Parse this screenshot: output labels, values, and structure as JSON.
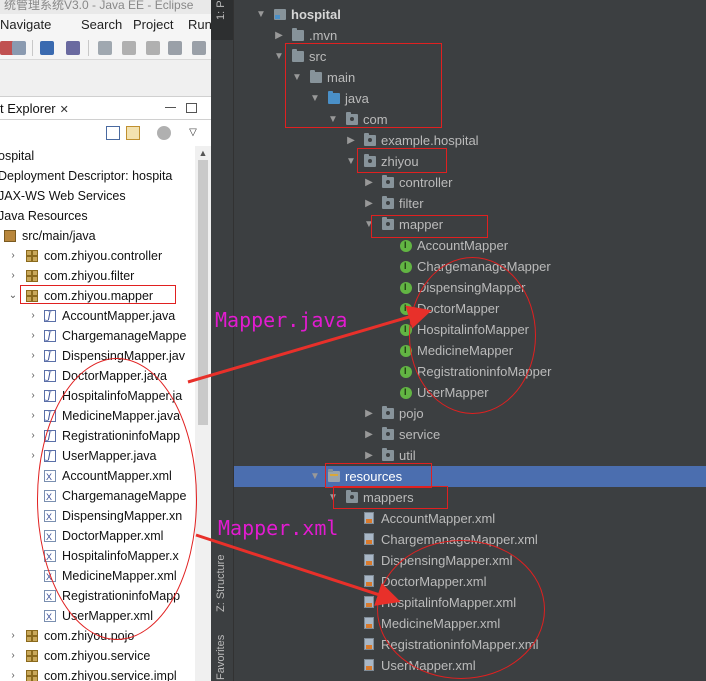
{
  "eclipse": {
    "title_fragment": "统管理系统V3.0 - Java EE - Eclipse",
    "menu": [
      "Navigate",
      "Search",
      "Project",
      "Run"
    ],
    "project_explorer_tab": "t Explorer",
    "tab_close_glyph": "✕",
    "tree": [
      {
        "label": "ospital",
        "indent": 0,
        "arrow": "",
        "icon": "none"
      },
      {
        "label": "Deployment Descriptor: hospita",
        "indent": 0,
        "arrow": "",
        "icon": "none"
      },
      {
        "label": "JAX-WS Web Services",
        "indent": 0,
        "arrow": "",
        "icon": "none"
      },
      {
        "label": "Java Resources",
        "indent": 0,
        "arrow": "",
        "icon": "none"
      },
      {
        "label": "src/main/java",
        "indent": 1,
        "arrow": "",
        "icon": "jar"
      },
      {
        "label": "com.zhiyou.controller",
        "indent": 2,
        "arrow": "›",
        "icon": "pkg"
      },
      {
        "label": "com.zhiyou.filter",
        "indent": 2,
        "arrow": "›",
        "icon": "pkg"
      },
      {
        "label": "com.zhiyou.mapper",
        "indent": 2,
        "arrow": "⌄",
        "icon": "pkg"
      },
      {
        "label": "AccountMapper.java",
        "indent": 3,
        "arrow": "›",
        "icon": "java"
      },
      {
        "label": "ChargemanageMappe",
        "indent": 3,
        "arrow": "›",
        "icon": "java"
      },
      {
        "label": "DispensingMapper.jav",
        "indent": 3,
        "arrow": "›",
        "icon": "java"
      },
      {
        "label": "DoctorMapper.java",
        "indent": 3,
        "arrow": "›",
        "icon": "java"
      },
      {
        "label": "HospitalinfoMapper.ja",
        "indent": 3,
        "arrow": "›",
        "icon": "java"
      },
      {
        "label": "MedicineMapper.java",
        "indent": 3,
        "arrow": "›",
        "icon": "java"
      },
      {
        "label": "RegistrationinfoMapp",
        "indent": 3,
        "arrow": "›",
        "icon": "java"
      },
      {
        "label": "UserMapper.java",
        "indent": 3,
        "arrow": "›",
        "icon": "java"
      },
      {
        "label": "AccountMapper.xml",
        "indent": 3,
        "arrow": "",
        "icon": "xml"
      },
      {
        "label": "ChargemanageMappe",
        "indent": 3,
        "arrow": "",
        "icon": "xml"
      },
      {
        "label": "DispensingMapper.xn",
        "indent": 3,
        "arrow": "",
        "icon": "xml"
      },
      {
        "label": "DoctorMapper.xml",
        "indent": 3,
        "arrow": "",
        "icon": "xml"
      },
      {
        "label": "HospitalinfoMapper.x",
        "indent": 3,
        "arrow": "",
        "icon": "xml"
      },
      {
        "label": "MedicineMapper.xml",
        "indent": 3,
        "arrow": "",
        "icon": "xml"
      },
      {
        "label": "RegistrationinfoMapp",
        "indent": 3,
        "arrow": "",
        "icon": "xml"
      },
      {
        "label": "UserMapper.xml",
        "indent": 3,
        "arrow": "",
        "icon": "xml"
      },
      {
        "label": "com.zhiyou.pojo",
        "indent": 2,
        "arrow": "›",
        "icon": "pkg"
      },
      {
        "label": "com.zhiyou.service",
        "indent": 2,
        "arrow": "›",
        "icon": "pkg"
      },
      {
        "label": "com.zhiyou.service.impl",
        "indent": 2,
        "arrow": "›",
        "icon": "pkg"
      }
    ]
  },
  "idea": {
    "rail_labels": [
      "1: P",
      "Z: Structure",
      "Favorites"
    ],
    "tree": [
      {
        "label": "hospital",
        "indent": 0,
        "arrow": "▼",
        "icon": "proj",
        "bold": true
      },
      {
        "label": ".mvn",
        "indent": 1,
        "arrow": "▶",
        "icon": "folder"
      },
      {
        "label": "src",
        "indent": 1,
        "arrow": "▼",
        "icon": "folder"
      },
      {
        "label": "main",
        "indent": 2,
        "arrow": "▼",
        "icon": "folder"
      },
      {
        "label": "java",
        "indent": 3,
        "arrow": "▼",
        "icon": "folder-blue"
      },
      {
        "label": "com",
        "indent": 4,
        "arrow": "▼",
        "icon": "pkg"
      },
      {
        "label": "example.hospital",
        "indent": 5,
        "arrow": "▶",
        "icon": "pkg"
      },
      {
        "label": "zhiyou",
        "indent": 5,
        "arrow": "▼",
        "icon": "pkg"
      },
      {
        "label": "controller",
        "indent": 6,
        "arrow": "▶",
        "icon": "pkg"
      },
      {
        "label": "filter",
        "indent": 6,
        "arrow": "▶",
        "icon": "pkg"
      },
      {
        "label": "mapper",
        "indent": 6,
        "arrow": "▼",
        "icon": "pkg"
      },
      {
        "label": "AccountMapper",
        "indent": 7,
        "arrow": "",
        "icon": "iface"
      },
      {
        "label": "ChargemanageMapper",
        "indent": 7,
        "arrow": "",
        "icon": "iface"
      },
      {
        "label": "DispensingMapper",
        "indent": 7,
        "arrow": "",
        "icon": "iface"
      },
      {
        "label": "DoctorMapper",
        "indent": 7,
        "arrow": "",
        "icon": "iface"
      },
      {
        "label": "HospitalinfoMapper",
        "indent": 7,
        "arrow": "",
        "icon": "iface"
      },
      {
        "label": "MedicineMapper",
        "indent": 7,
        "arrow": "",
        "icon": "iface"
      },
      {
        "label": "RegistrationinfoMapper",
        "indent": 7,
        "arrow": "",
        "icon": "iface"
      },
      {
        "label": "UserMapper",
        "indent": 7,
        "arrow": "",
        "icon": "iface"
      },
      {
        "label": "pojo",
        "indent": 6,
        "arrow": "▶",
        "icon": "pkg"
      },
      {
        "label": "service",
        "indent": 6,
        "arrow": "▶",
        "icon": "pkg"
      },
      {
        "label": "util",
        "indent": 6,
        "arrow": "▶",
        "icon": "pkg"
      },
      {
        "label": "resources",
        "indent": 3,
        "arrow": "▼",
        "icon": "res",
        "selected": true
      },
      {
        "label": "mappers",
        "indent": 4,
        "arrow": "▼",
        "icon": "pkg"
      },
      {
        "label": "AccountMapper.xml",
        "indent": 5,
        "arrow": "",
        "icon": "xml"
      },
      {
        "label": "ChargemanageMapper.xml",
        "indent": 5,
        "arrow": "",
        "icon": "xml"
      },
      {
        "label": "DispensingMapper.xml",
        "indent": 5,
        "arrow": "",
        "icon": "xml"
      },
      {
        "label": "DoctorMapper.xml",
        "indent": 5,
        "arrow": "",
        "icon": "xml"
      },
      {
        "label": "HospitalinfoMapper.xml",
        "indent": 5,
        "arrow": "",
        "icon": "xml"
      },
      {
        "label": "MedicineMapper.xml",
        "indent": 5,
        "arrow": "",
        "icon": "xml"
      },
      {
        "label": "RegistrationinfoMapper.xml",
        "indent": 5,
        "arrow": "",
        "icon": "xml"
      },
      {
        "label": "UserMapper.xml",
        "indent": 5,
        "arrow": "",
        "icon": "xml"
      }
    ]
  },
  "annotations": {
    "java_label": "Mapper.java",
    "xml_label": "Mapper.xml",
    "color": "#e21bd0",
    "arrow_color": "#e8302a"
  },
  "colors": {
    "idea_bg": "#3c3f41",
    "idea_selected": "#4b6eaf",
    "highlight_red": "#e02020"
  }
}
